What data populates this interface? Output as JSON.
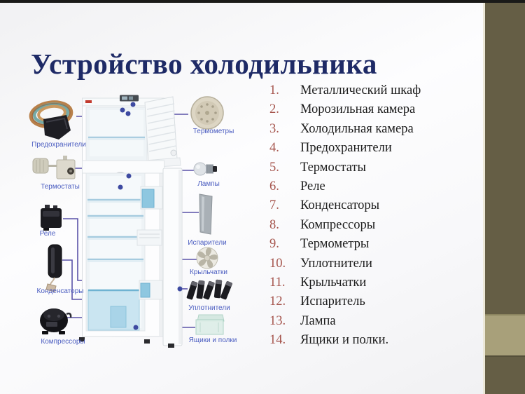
{
  "title": "Устройство холодильника",
  "diagram": {
    "labels": {
      "fuses": "Предохранители",
      "thermostats": "Термостаты",
      "relay": "Реле",
      "condensers": "Конденсаторы",
      "compressors": "Компрессоры",
      "thermometers": "Термометры",
      "lamps": "Лампы",
      "evaporators": "Испарители",
      "impellers": "Крыльчатки",
      "seals": "Уплотнители",
      "drawers": "Ящики и полки"
    }
  },
  "list": {
    "items": [
      {
        "num": "1.",
        "label": "Металлический шкаф"
      },
      {
        "num": "2.",
        "label": "Морозильная камера"
      },
      {
        "num": "3.",
        "label": "Холодильная камера"
      },
      {
        "num": "4.",
        "label": "Предохранители"
      },
      {
        "num": "5.",
        "label": "Термостаты"
      },
      {
        "num": "6.",
        "label": "Реле"
      },
      {
        "num": "7.",
        "label": "Конденсаторы"
      },
      {
        "num": "8.",
        "label": "Компрессоры"
      },
      {
        "num": "9.",
        "label": "Термометры"
      },
      {
        "num": "10.",
        "label": "Уплотнители"
      },
      {
        "num": "11.",
        "label": "Крыльчатки"
      },
      {
        "num": "12.",
        "label": "Испаритель"
      },
      {
        "num": "13.",
        "label": "Лампа"
      },
      {
        "num": "14.",
        "label": "Ящики и полки."
      }
    ]
  },
  "colors": {
    "title_navy": "#1e2a66",
    "list_number_red": "#a5544c",
    "diagram_label_blue": "#4a5cc0",
    "connector_purple": "#5a52a8",
    "side_band_olive": "#655e45",
    "side_band_accent": "#a8a07a"
  }
}
